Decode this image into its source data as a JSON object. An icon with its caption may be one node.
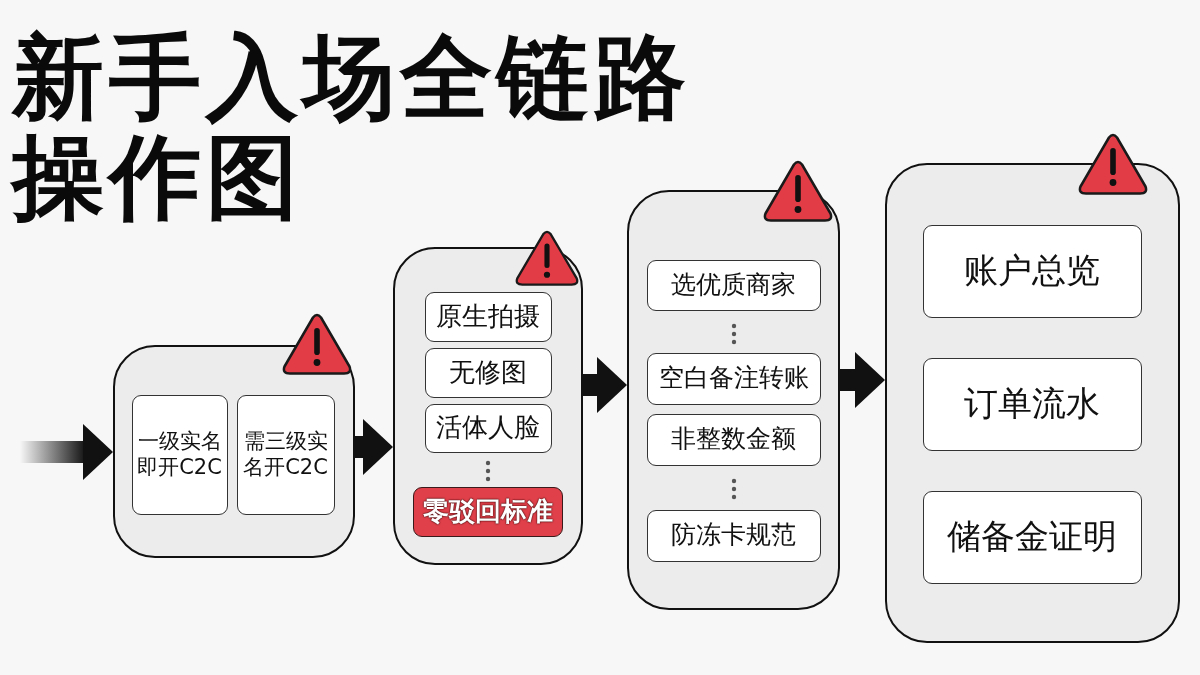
{
  "diagram": {
    "title": "新手入场全链路操作图",
    "nodes": [
      {
        "text": [],
        "shape": "box"
      },
      {
        "text": [
          "一级实名即开C2C"
        ],
        "in": 0
      },
      {
        "text": [
          "需三级实名开C2C"
        ],
        "in": 0
      },
      {
        "text": [],
        "shape": "box"
      },
      {
        "text": [
          "原生拍摄"
        ],
        "in": 3
      },
      {
        "text": [
          "无修图"
        ],
        "in": 3
      },
      {
        "text": [
          "活体人脸"
        ],
        "in": 3
      },
      {
        "text": [
          "零驳回标准"
        ],
        "in": 3
      },
      {
        "text": [],
        "shape": "box"
      },
      {
        "text": [
          "选优质商家"
        ],
        "in": 8
      },
      {
        "text": [
          "空白备注转账"
        ],
        "in": 8
      },
      {
        "text": [
          "非整数金额"
        ],
        "in": 8
      },
      {
        "text": [
          "防冻卡规范"
        ],
        "in": 8
      },
      {
        "text": [],
        "shape": "box"
      },
      {
        "text": [
          "账户总览"
        ],
        "in": 13
      },
      {
        "text": [
          "订单流水"
        ],
        "in": 13
      },
      {
        "text": [
          "储备金证明"
        ],
        "in": 13
      }
    ],
    "edges": [
      {
        "from": null,
        "to": 0,
        "arrow": "to"
      },
      {
        "from": 0,
        "to": 3,
        "arrow": "to"
      },
      {
        "from": 3,
        "to": 8,
        "arrow": "to"
      },
      {
        "from": 8,
        "to": 13,
        "arrow": "to"
      }
    ]
  }
}
